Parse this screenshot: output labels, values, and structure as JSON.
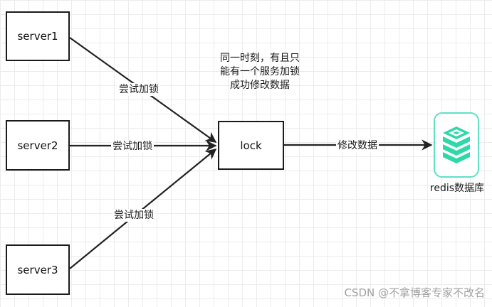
{
  "nodes": {
    "server1": "server1",
    "server2": "server2",
    "server3": "server3",
    "lock": "lock"
  },
  "edges": {
    "server1_to_lock": "尝试加锁",
    "server2_to_lock": "尝试加锁",
    "server3_to_lock": "尝试加锁",
    "lock_to_redis": "修改数据"
  },
  "note": {
    "line1": "同一时刻，有且只",
    "line2": "能有一个服务加锁",
    "line3": "成功修改数据"
  },
  "redis": {
    "label": "redis数据库",
    "icon": "redis-database-icon",
    "color": "#2fd8a8"
  },
  "watermark": "CSDN @不拿博客专家不改名"
}
